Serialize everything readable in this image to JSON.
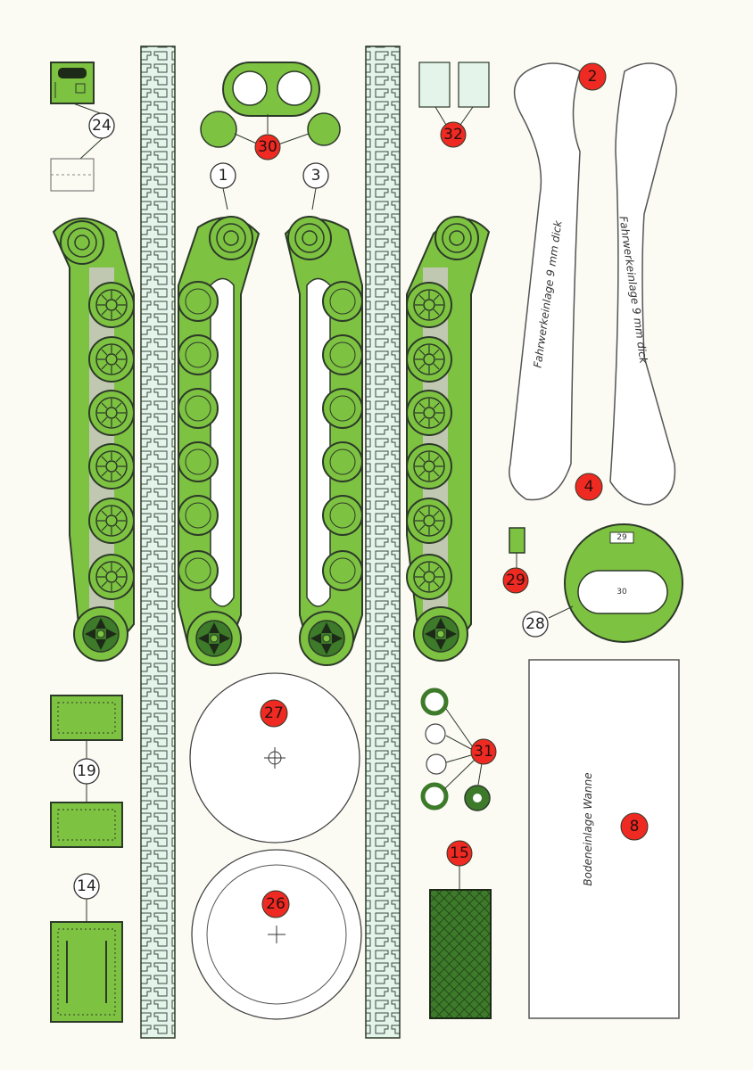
{
  "colors": {
    "paper": "#fbfaf3",
    "green": "#7ec242",
    "dark_green": "#3d7a2a",
    "outline": "#2c3a28",
    "track_tint": "#e5f4ea",
    "gray": "#cbc9c4",
    "red": "#ee2a22"
  },
  "parts": {
    "p1": "1",
    "p2": "2",
    "p3": "3",
    "p4": "4",
    "p8": "8",
    "p14": "14",
    "p15": "15",
    "p19": "19",
    "p24": "24",
    "p26": "26",
    "p27": "27",
    "p28": "28",
    "p29": "29",
    "p30": "30",
    "p31": "31",
    "p32": "32"
  },
  "annotations": {
    "insert_2": "Fahrwerkeinlage 9 mm dick",
    "insert_4": "Fahrwerkeinlage 9 mm dick",
    "insert_8": "Bodeneinlage Wanne",
    "ring_small_29": "29",
    "ring_small_30": "30"
  }
}
